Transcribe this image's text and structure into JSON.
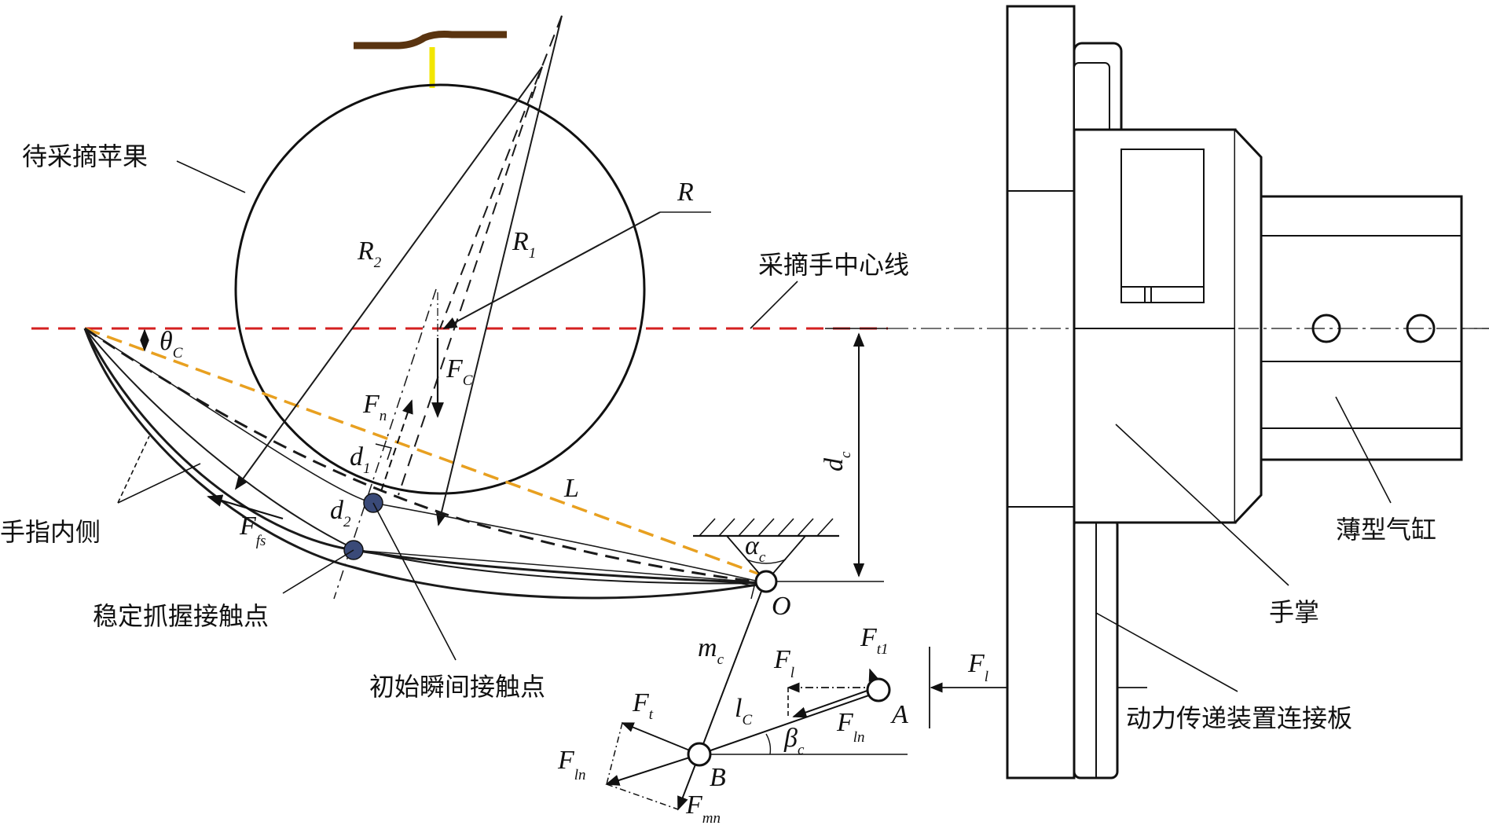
{
  "colors": {
    "centerline": "#d42020",
    "chord": "#e8a020",
    "stem": "#5a3410",
    "stem_base": "#f2e600",
    "contact_point": "#3a4a78",
    "line": "#1a1a1a"
  },
  "labels": {
    "apple": "待采摘苹果",
    "centerline": "采摘手中心线",
    "finger_inner": "手指内侧",
    "stable_contact": "稳定抓握接触点",
    "initial_contact": "初始瞬间接触点",
    "cylinder": "薄型气缸",
    "palm": "手掌",
    "connector_plate": "动力传递装置连接板"
  },
  "symbols": {
    "R": "R",
    "R1": {
      "main": "R",
      "sub": "1"
    },
    "R2": {
      "main": "R",
      "sub": "2"
    },
    "theta_c": {
      "main": "θ",
      "sub": "C"
    },
    "F_C": {
      "main": "F",
      "sub": "C"
    },
    "F_n": {
      "main": "F",
      "sub": "n"
    },
    "d1": {
      "main": "d",
      "sub": "1"
    },
    "d2": {
      "main": "d",
      "sub": "2"
    },
    "F_fs": {
      "main": "F",
      "sub": "fs"
    },
    "L": "L",
    "alpha_c": {
      "main": "α",
      "sub": "c"
    },
    "d_c": {
      "main": "d",
      "sub": "c"
    },
    "O": "O",
    "m_c": {
      "main": "m",
      "sub": "c"
    },
    "l_C": {
      "main": "l",
      "sub": "C"
    },
    "beta_c": {
      "main": "β",
      "sub": "c"
    },
    "F_l_mid": {
      "main": "F",
      "sub": "l"
    },
    "F_t1": {
      "main": "F",
      "sub": "t1"
    },
    "F_ln_A": {
      "main": "F",
      "sub": "ln"
    },
    "A": "A",
    "F_l_right": {
      "main": "F",
      "sub": "l"
    },
    "F_t": {
      "main": "F",
      "sub": "t"
    },
    "F_ln_B": {
      "main": "F",
      "sub": "ln"
    },
    "B": "B",
    "F_mn": {
      "main": "F",
      "sub": "mn"
    }
  }
}
